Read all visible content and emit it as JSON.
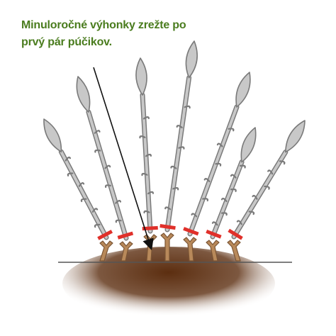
{
  "caption": {
    "lines": [
      "Minuloročné výhonky zrežte po",
      "prvý pár púčikov."
    ],
    "color": "#4a7c1e"
  },
  "colors": {
    "cane_fill": "#c8c8c8",
    "cane_stroke": "#7a7a7a",
    "cut_mark": "#e0302a",
    "stub_fill": "#b8895a",
    "stub_stroke": "#7a5434",
    "soil_dark": "#5c2e10",
    "soil_light": "#ffffff",
    "ground_line": "#555555",
    "pointer_arrow": "#111111"
  },
  "shoot_count": 7
}
